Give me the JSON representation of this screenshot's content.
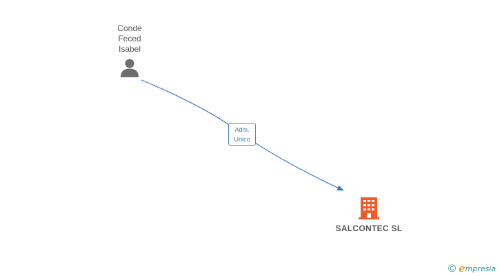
{
  "person": {
    "name_lines": [
      "Conde",
      "Feced",
      "Isabel"
    ],
    "icon": "person-icon"
  },
  "company": {
    "name": "SALCONTEC SL",
    "icon": "building-icon",
    "color": "#f05a28"
  },
  "relation": {
    "label_lines": [
      "Adm.",
      "Unico"
    ],
    "color": "#3a78c7"
  },
  "brand": {
    "copyright": "©",
    "initial": "e",
    "rest": "mpresia"
  }
}
